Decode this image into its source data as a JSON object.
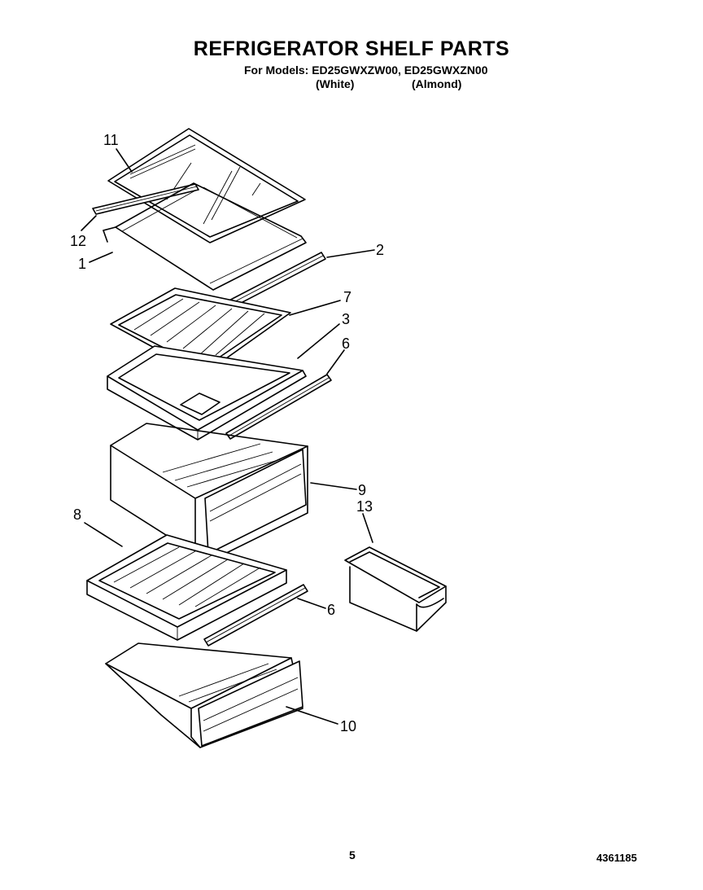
{
  "header": {
    "title": "REFRIGERATOR SHELF PARTS",
    "models_line": "For Models: ED25GWXZW00, ED25GWXZN00",
    "variant_white": "(White)",
    "variant_almond": "(Almond)"
  },
  "callouts": {
    "c1": "1",
    "c2": "2",
    "c3": "3",
    "c6a": "6",
    "c6b": "6",
    "c7": "7",
    "c8": "8",
    "c9": "9",
    "c10": "10",
    "c11": "11",
    "c12": "12",
    "c13": "13"
  },
  "footer": {
    "page_number": "5",
    "document_number": "4361185"
  }
}
